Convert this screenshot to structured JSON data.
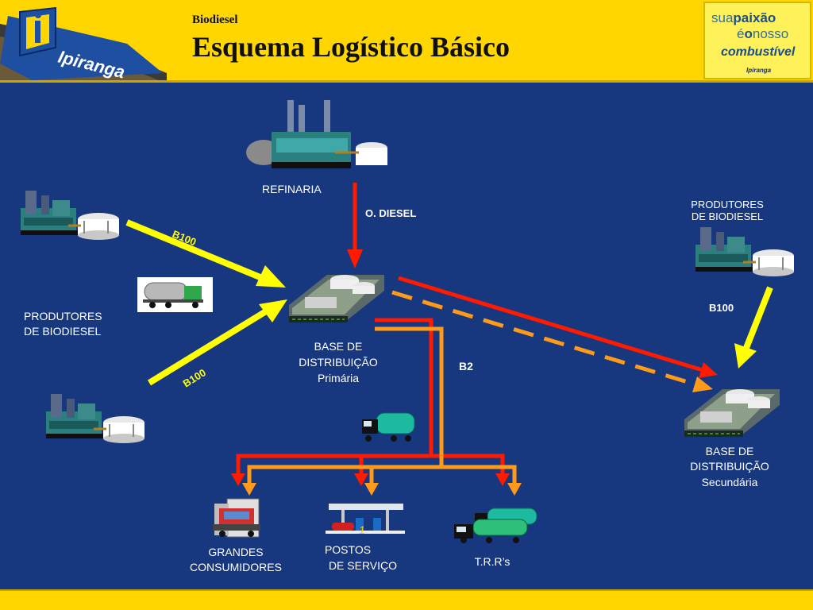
{
  "header": {
    "subtitle": "Biodiesel",
    "title": "Esquema Logístico Básico",
    "logo_text": "Ipiranga",
    "slogan": {
      "line1_light": "sua",
      "line1_bold": "paixão",
      "line2_light": "é",
      "line2_bold": "o",
      "line2_rest": "nosso",
      "line3": "combustível",
      "brand": "Ipiranga"
    }
  },
  "diagram": {
    "refinaria": "REFINARIA",
    "o_diesel": "O. DIESEL",
    "produtores_left": [
      "PRODUTORES",
      "DE BIODIESEL"
    ],
    "produtores_right": [
      "PRODUTORES",
      "DE BIODIESEL"
    ],
    "b100_top": "B100",
    "b100_bottom": "B100",
    "b100_right": "B100",
    "b2": "B2",
    "base_primaria": [
      "BASE DE",
      "DISTRIBUIÇÃO",
      "Primária"
    ],
    "base_secundaria": [
      "BASE DE",
      "DISTRIBUIÇÃO",
      "Secundária"
    ],
    "grandes_consumidores": [
      "GRANDES",
      "CONSUMIDORES"
    ],
    "postos": [
      "POSTOS",
      "DE SERVIÇO"
    ],
    "trr": "T.R.R’s"
  },
  "colors": {
    "panel": "#17377e",
    "header": "#ffd600",
    "red_flow": "#ff1a00",
    "orange_flow": "#ff9a1a",
    "yellow_arrow": "#ffff00"
  }
}
